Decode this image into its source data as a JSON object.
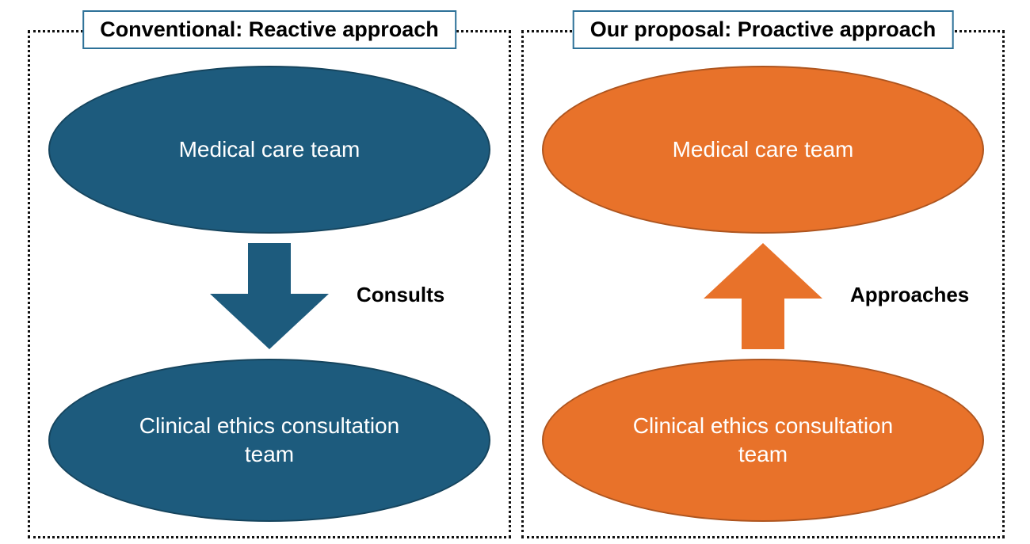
{
  "diagram": {
    "title_border_color": "#2d7198",
    "panels": [
      {
        "title": "Conventional: Reactive approach",
        "top_ellipse_label": "Medical care team",
        "bottom_ellipse_label": "Clinical ethics consultation team",
        "arrow_label": "Consults",
        "arrow_direction": "down",
        "color": "#1d5b7d",
        "border_color": "#15465f"
      },
      {
        "title": "Our proposal: Proactive approach",
        "top_ellipse_label": "Medical care team",
        "bottom_ellipse_label": "Clinical ethics consultation team",
        "arrow_label": "Approaches",
        "arrow_direction": "up",
        "color": "#e8722a",
        "border_color": "#c55e18"
      }
    ]
  }
}
